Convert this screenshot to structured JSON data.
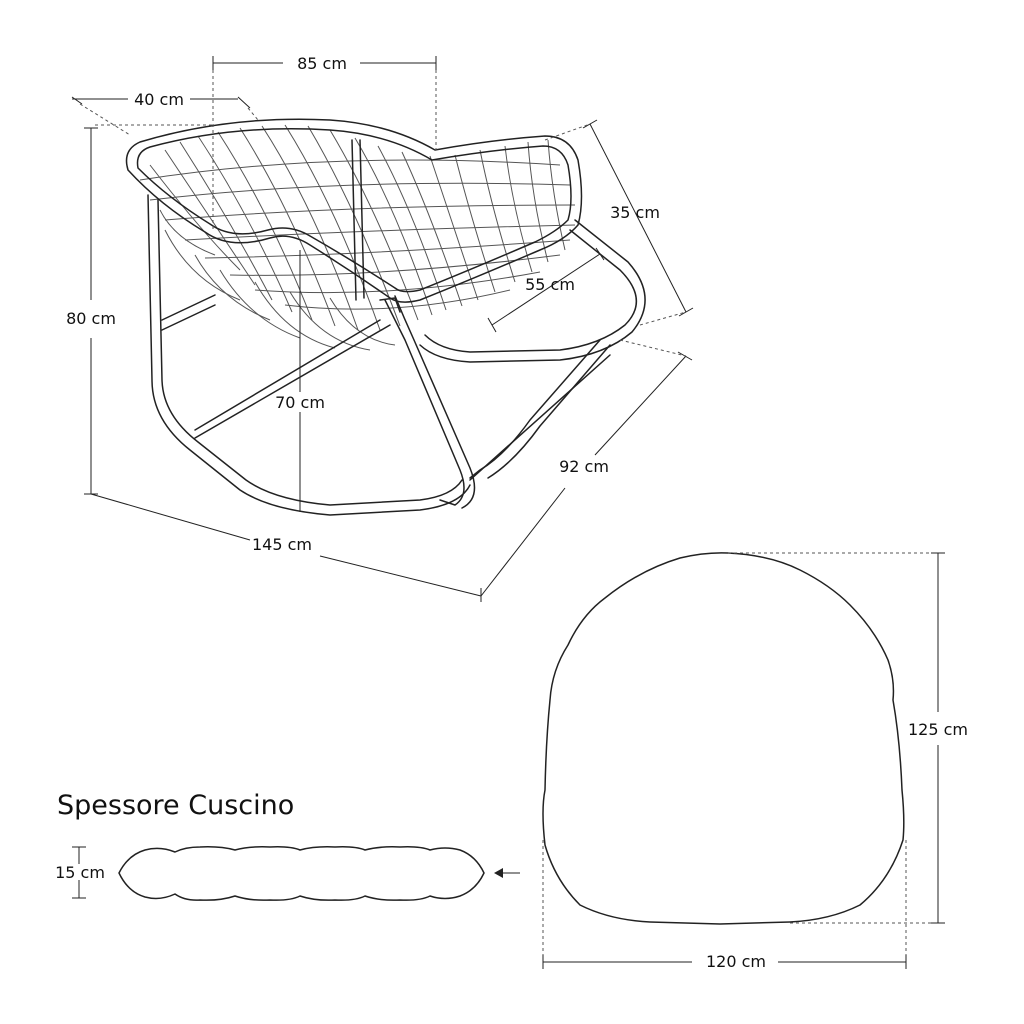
{
  "diagram": {
    "dimensions": {
      "frame_width": "85 cm",
      "seat_edge": "40 cm",
      "backrest_depth": "35 cm",
      "seat_width": "55 cm",
      "total_height": "80 cm",
      "seat_height": "70 cm",
      "depth": "92 cm",
      "length": "145 cm"
    },
    "cushion": {
      "title": "Spessore Cuscino",
      "thickness": "15 cm",
      "height": "125 cm",
      "width": "120 cm"
    }
  }
}
